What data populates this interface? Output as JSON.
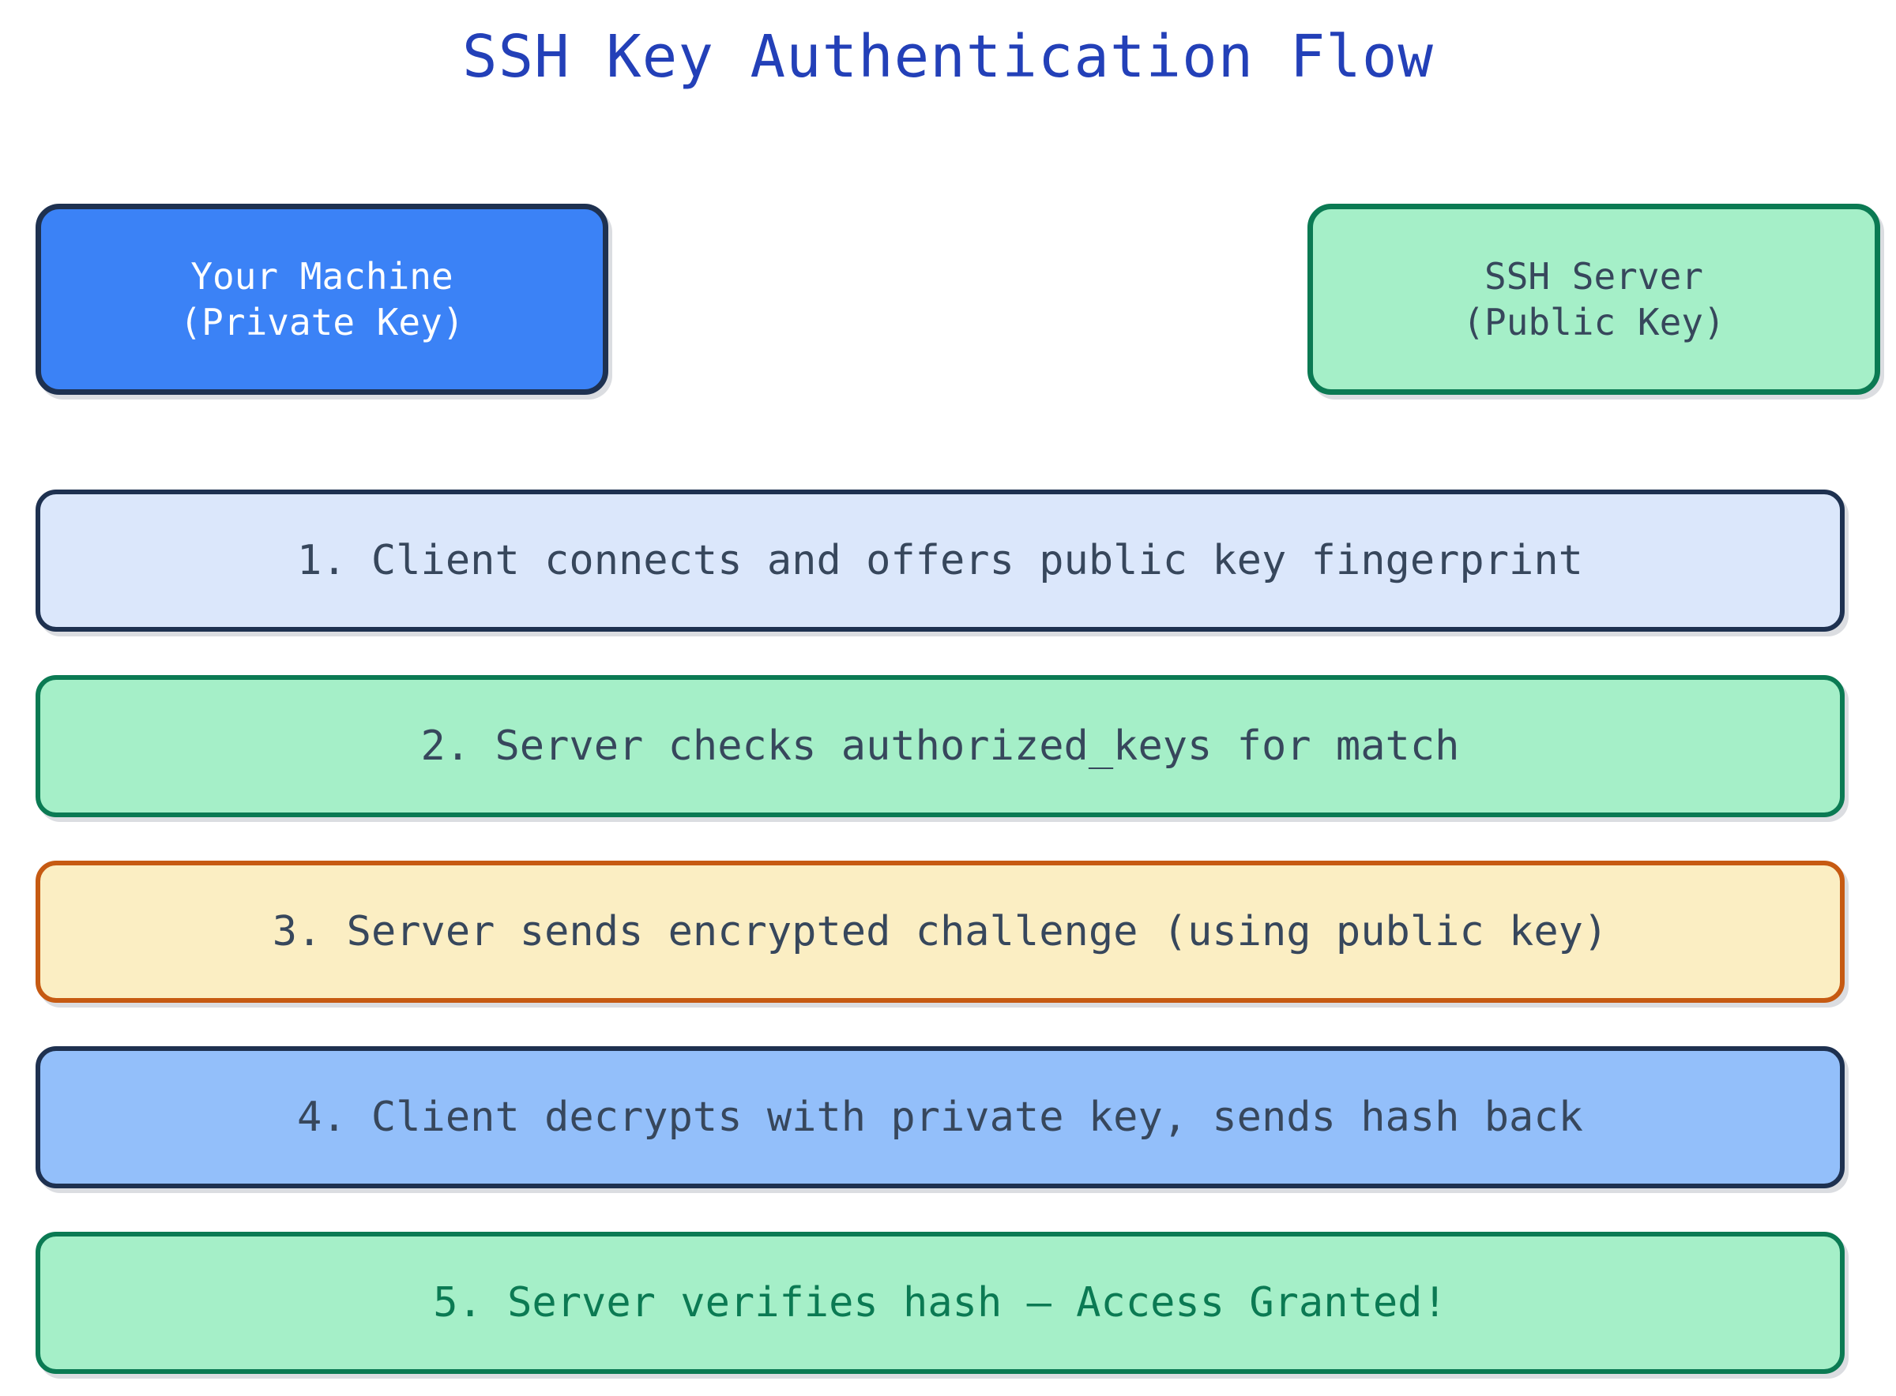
{
  "title": "SSH Key Authentication Flow",
  "nodes": [
    {
      "id": "client",
      "label": "Your Machine\n(Private Key)",
      "fill": "#3b82f6",
      "border": "#1e3150",
      "text": "#ffffff"
    },
    {
      "id": "server",
      "label": "SSH Server\n(Public Key)",
      "fill": "#a5efc8",
      "border": "#0b7a53",
      "text": "#37475c"
    }
  ],
  "steps": [
    {
      "number": "1",
      "label": "1. Client connects and offers public key fingerprint",
      "fill": "#dbe7fb",
      "border": "#1e3150",
      "text": "#37475c"
    },
    {
      "number": "2",
      "label": "2. Server checks authorized_keys for match",
      "fill": "#a5efc8",
      "border": "#0b7a53",
      "text": "#37475c"
    },
    {
      "number": "3",
      "label": "3. Server sends encrypted challenge (using public key)",
      "fill": "#fbeec3",
      "border": "#c65a12",
      "text": "#37475c"
    },
    {
      "number": "4",
      "label": "4. Client decrypts with private key, sends hash back",
      "fill": "#93bffa",
      "border": "#1e3150",
      "text": "#37475c"
    },
    {
      "number": "5",
      "label": "5. Server verifies hash – Access Granted!",
      "fill": "#a5efc8",
      "border": "#0b7a53",
      "text": "#0b7a53"
    }
  ],
  "colors": {
    "title": "#2340b8",
    "background": "#ffffff",
    "navy_border": "#1e3150",
    "green_border": "#0b7a53",
    "orange_border": "#c65a12",
    "slate_text": "#37475c"
  }
}
